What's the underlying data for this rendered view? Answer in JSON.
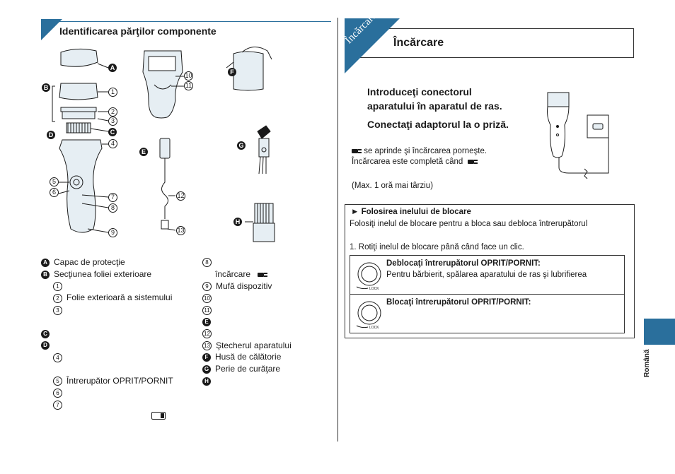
{
  "left_section": {
    "title": "Identificarea părţilor componente",
    "legend": [
      {
        "marker_type": "badge",
        "marker": "A",
        "text": "Capac de protecţie"
      },
      {
        "marker_type": "badge",
        "marker": "B",
        "text": "Secţiunea foliei exterioare"
      },
      {
        "marker_type": "circ",
        "marker": "1",
        "text": "",
        "indent": true
      },
      {
        "marker_type": "circ",
        "marker": "2",
        "text": "Folie exterioară a sistemului",
        "indent": true
      },
      {
        "marker_type": "circ",
        "marker": "3",
        "text": "",
        "indent": true
      },
      {
        "marker_type": "none",
        "marker": "",
        "text": ""
      },
      {
        "marker_type": "badge",
        "marker": "C",
        "text": ""
      },
      {
        "marker_type": "badge",
        "marker": "D",
        "text": ""
      },
      {
        "marker_type": "circ",
        "marker": "4",
        "text": "",
        "indent": true
      },
      {
        "marker_type": "none",
        "marker": "",
        "text": ""
      },
      {
        "marker_type": "circ",
        "marker": "5",
        "text": "Întrerupător OPRIT/PORNIT",
        "indent": true
      },
      {
        "marker_type": "circ",
        "marker": "6",
        "text": "",
        "indent": true
      },
      {
        "marker_type": "circ",
        "marker": "7",
        "text": "",
        "indent": true
      }
    ],
    "legend2": [
      {
        "marker_type": "circ",
        "marker": "8",
        "text": ""
      },
      {
        "marker_type": "none",
        "marker": "",
        "text": "încărcare",
        "plug": true
      },
      {
        "marker_type": "circ",
        "marker": "9",
        "text": "Mufă dispozitiv"
      },
      {
        "marker_type": "circ",
        "marker": "10",
        "text": ""
      },
      {
        "marker_type": "circ",
        "marker": "11",
        "text": ""
      },
      {
        "marker_type": "badge",
        "marker": "E",
        "text": ""
      },
      {
        "marker_type": "circ",
        "marker": "12",
        "text": ""
      },
      {
        "marker_type": "circ",
        "marker": "13",
        "text": "Ştecherul aparatului"
      },
      {
        "marker_type": "badge",
        "marker": "F",
        "text": "Husă de călătorie"
      },
      {
        "marker_type": "badge",
        "marker": "G",
        "text": "Perie de curăţare"
      },
      {
        "marker_type": "badge",
        "marker": "H",
        "text": ""
      }
    ],
    "diagram_labels": {
      "A": "A",
      "B": "B",
      "C": "C",
      "D": "D",
      "E": "E",
      "F": "F",
      "G": "G",
      "H": "H",
      "n1": "1",
      "n2": "2",
      "n3": "3",
      "n4": "4",
      "n5": "5",
      "n6": "6",
      "n7": "7",
      "n8": "8",
      "n9": "9",
      "n10": "10",
      "n11": "11",
      "n12": "12",
      "n13": "13"
    }
  },
  "right_section": {
    "vertical_title": "Încărcare",
    "title": "Încărcare",
    "instruction1_line1": "Introduceţi conectorul",
    "instruction1_line2": "aparatului în aparatul de ras.",
    "instruction2": "Conectaţi adaptorul la o priză.",
    "note1": "se aprinde şi încărcarea porneşte.",
    "note2": "Încărcarea este completă când",
    "note3": "(Max. 1 oră mai târziu)",
    "lock": {
      "heading": "► Folosirea inelului de blocare",
      "desc": "Folosiţi inelul de blocare pentru a bloca sau debloca întrerupătorul",
      "step": "1. Rotiţi inelul de blocare până când face un clic.",
      "unlock_title": "Deblocaţi întrerupătorul OPRIT/PORNIT:",
      "unlock_desc": "Pentru bărbierit, spălarea aparatului de ras şi lubrifierea",
      "lock_title": "Blocaţi întrerupătorul OPRIT/PORNIT:",
      "dial_text": "LOCK"
    },
    "language_tab": "Română"
  },
  "colors": {
    "accent": "#2a6f9c",
    "ink": "#1a1a1a"
  }
}
